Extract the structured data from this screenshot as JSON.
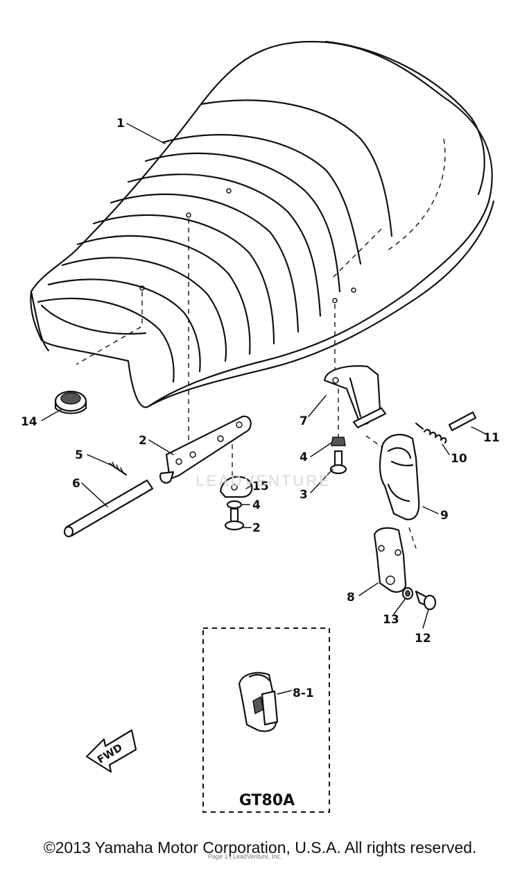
{
  "callouts": {
    "c1": "1",
    "c2a": "2",
    "c2b": "2",
    "c3": "3",
    "c4a": "4",
    "c4b": "4",
    "c5": "5",
    "c6": "6",
    "c7": "7",
    "c8": "8",
    "c8_1": "8-1",
    "c9": "9",
    "c10": "10",
    "c11": "11",
    "c12": "12",
    "c13": "13",
    "c14": "14",
    "c15": "15"
  },
  "inset_label": "GT80A",
  "fwd_label": "FWD",
  "watermark": "LEADVENTURE",
  "footer_note": "Page 1 | LeadVenture, Inc.",
  "copyright": "©2013 Yamaha Motor Corporation, U.S.A. All rights reserved."
}
